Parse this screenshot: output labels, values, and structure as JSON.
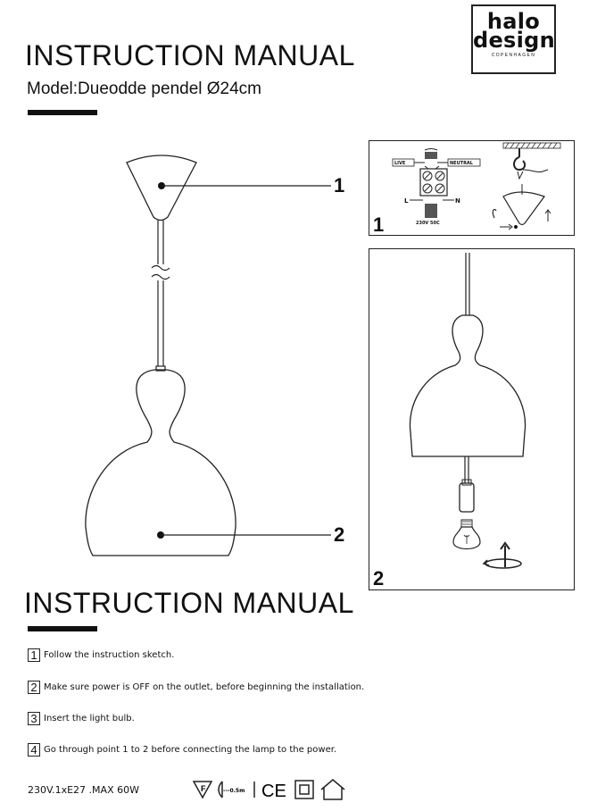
{
  "header": {
    "title": "INSTRUCTION MANUAL",
    "model": "Model:Dueodde pendel Ø24cm"
  },
  "logo": {
    "line1": "halo",
    "line2": "design",
    "tagline": "COPENHAGEN"
  },
  "callouts": [
    "1",
    "2"
  ],
  "panels": {
    "panel1": {
      "number": "1",
      "live": "LIVE",
      "neutral": "NEUTRAL",
      "l": "L",
      "n": "N",
      "voltage": "230V 50C"
    },
    "panel2": {
      "number": "2"
    }
  },
  "instructions": {
    "title": "INSTRUCTION MANUAL",
    "steps": [
      {
        "num": "1",
        "text": "Follow the instruction sketch."
      },
      {
        "num": "2",
        "text": "Make sure power is OFF on the outlet, before beginning the installation."
      },
      {
        "num": "3",
        "text": "Insert the light bulb."
      },
      {
        "num": "4",
        "text": "Go through point 1 to 2 before connecting the lamp to the power."
      }
    ]
  },
  "specs": "230V.1xE27 .MAX 60W",
  "symbols": {
    "f_mark": "F",
    "distance": "---0.5m",
    "ce": "CE"
  }
}
